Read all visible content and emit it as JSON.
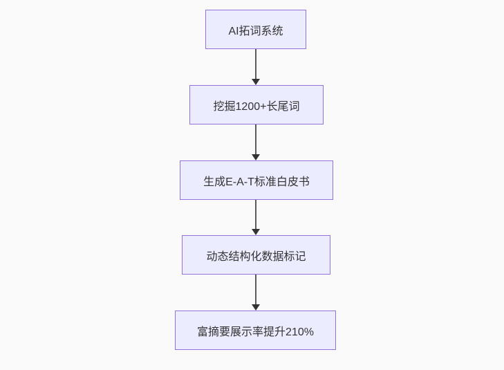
{
  "diagram": {
    "type": "flowchart",
    "direction": "top-down",
    "nodes": [
      {
        "id": "n1",
        "label": "AI拓词系统"
      },
      {
        "id": "n2",
        "label": "挖掘1200+长尾词"
      },
      {
        "id": "n3",
        "label": "生成E-A-T标准白皮书"
      },
      {
        "id": "n4",
        "label": "动态结构化数据标记"
      },
      {
        "id": "n5",
        "label": "富摘要展示率提升210%"
      }
    ],
    "edges": [
      {
        "from": "n1",
        "to": "n2"
      },
      {
        "from": "n2",
        "to": "n3"
      },
      {
        "from": "n3",
        "to": "n4"
      },
      {
        "from": "n4",
        "to": "n5"
      }
    ],
    "colors": {
      "node_fill": "#ECECFF",
      "node_border": "#9370DB",
      "node_text": "#333333",
      "arrow_line": "#5A5A5A",
      "arrow_head": "#333333",
      "background": "#FAFAFA"
    }
  }
}
